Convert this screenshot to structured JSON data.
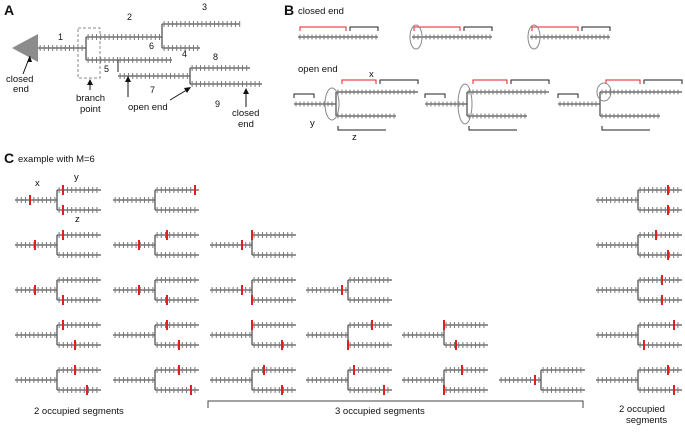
{
  "panels": {
    "a": {
      "letter": "A",
      "segment_numbers": [
        "1",
        "2",
        "3",
        "4",
        "5",
        "6",
        "7",
        "8",
        "9"
      ],
      "labels": {
        "closed_end_left_1": "closed",
        "closed_end_left_2": "end",
        "branch_point_1": "branch",
        "branch_point_2": "point",
        "open_end": "open end",
        "closed_end_right_1": "closed",
        "closed_end_right_2": "end"
      }
    },
    "b": {
      "letter": "B",
      "closed_end_label": "closed end",
      "open_end_label": "open end",
      "x_label": "x",
      "y_label": "y",
      "z_label": "z"
    },
    "c": {
      "letter": "C",
      "title": "example with M=6",
      "x_label": "x",
      "y_label": "y",
      "z_label": "z",
      "footer_2_left": "2 occupied segments",
      "footer_3": "3 occupied segments",
      "footer_2_right_1": "2 occupied",
      "footer_2_right_2": "segments"
    }
  },
  "colors": {
    "line": "#555555",
    "tick": "#7a7a7a",
    "highlight": "#e02020",
    "circle": "#888888",
    "triangle": "#8c8c8c"
  }
}
